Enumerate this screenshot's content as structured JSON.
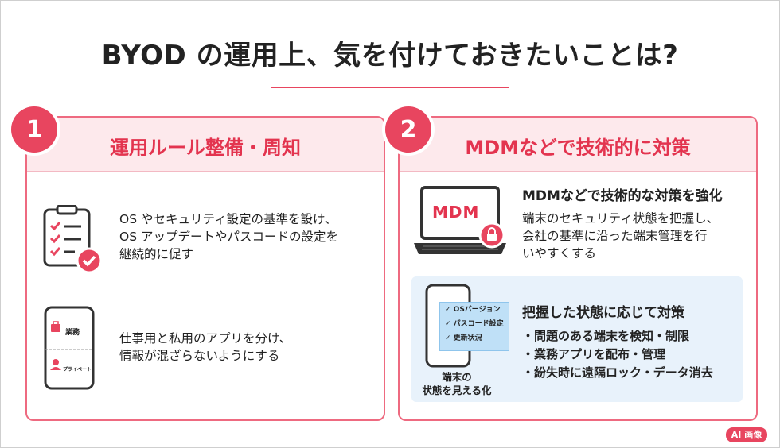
{
  "title": "BYOD の運用上、気を付けておきたいことは?",
  "accent_color": "#e8455f",
  "cards": [
    {
      "number": "1",
      "heading": "運用ルール整備・周知",
      "items": [
        {
          "icon": "checklist-icon",
          "lines": [
            "OS やセキュリティ設定の基準を設け、",
            "OS アップデートやパスコードの設定を",
            "継続的に促す"
          ]
        },
        {
          "icon": "work-private-phone-icon",
          "phone_labels": [
            "業務",
            "プライベート"
          ],
          "lines": [
            "仕事用と私用のアプリを分け、",
            "情報が混ざらないようにする"
          ]
        }
      ]
    },
    {
      "number": "2",
      "heading": "MDMなどで技術的に対策",
      "laptop_screen_text": "MDM",
      "block1": {
        "heading": "MDMなどで技術的な対策を強化",
        "lines": [
          "端末のセキュリティ状態を把握し、",
          "会社の基準に沿った端末管理を行",
          "いやすくする"
        ]
      },
      "block2": {
        "heading": "把握した状態に応じて対策",
        "bullets": [
          "問題のある端末を検知・制限",
          "業務アプリを配布・管理",
          "紛失時に遠隔ロック・データ消去"
        ],
        "phone_checks": [
          "✓ OSバージョン",
          "✓ パスコード設定",
          "✓ 更新状況"
        ],
        "phone_caption": [
          "端末の",
          "状態を見える化"
        ]
      }
    }
  ],
  "ai_badge": "AI 画像"
}
